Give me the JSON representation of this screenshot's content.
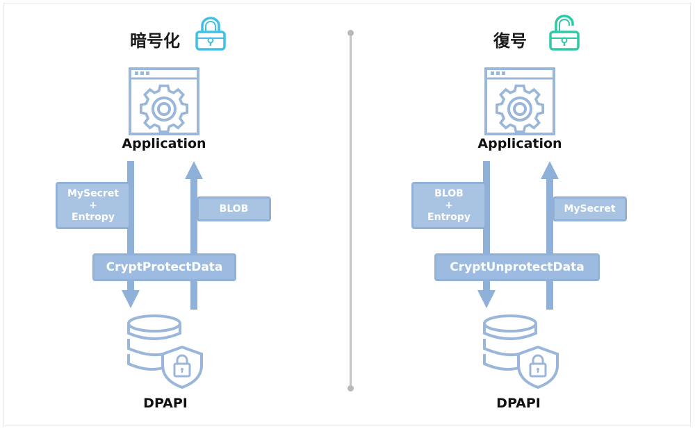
{
  "encrypt": {
    "title": "暗号化",
    "title_icon": "lock-closed-icon",
    "app_label": "Application",
    "input_box": [
      "MySecret",
      "+",
      "Entropy"
    ],
    "output_box": "BLOB",
    "function": "CryptProtectData",
    "store_label": "DPAPI"
  },
  "decrypt": {
    "title": "復号",
    "title_icon": "lock-open-icon",
    "app_label": "Application",
    "input_box": [
      "BLOB",
      "+",
      "Entropy"
    ],
    "output_box": "MySecret",
    "function": "CryptUnprotectData",
    "store_label": "DPAPI"
  },
  "colors": {
    "arrow": "#8fb0d9",
    "box_fill": "#a9c3e3",
    "icon_stroke": "#9ab6da",
    "lock_closed": "#3fc0e6",
    "lock_open": "#2ec9a6",
    "divider": "#c4c4c4"
  }
}
